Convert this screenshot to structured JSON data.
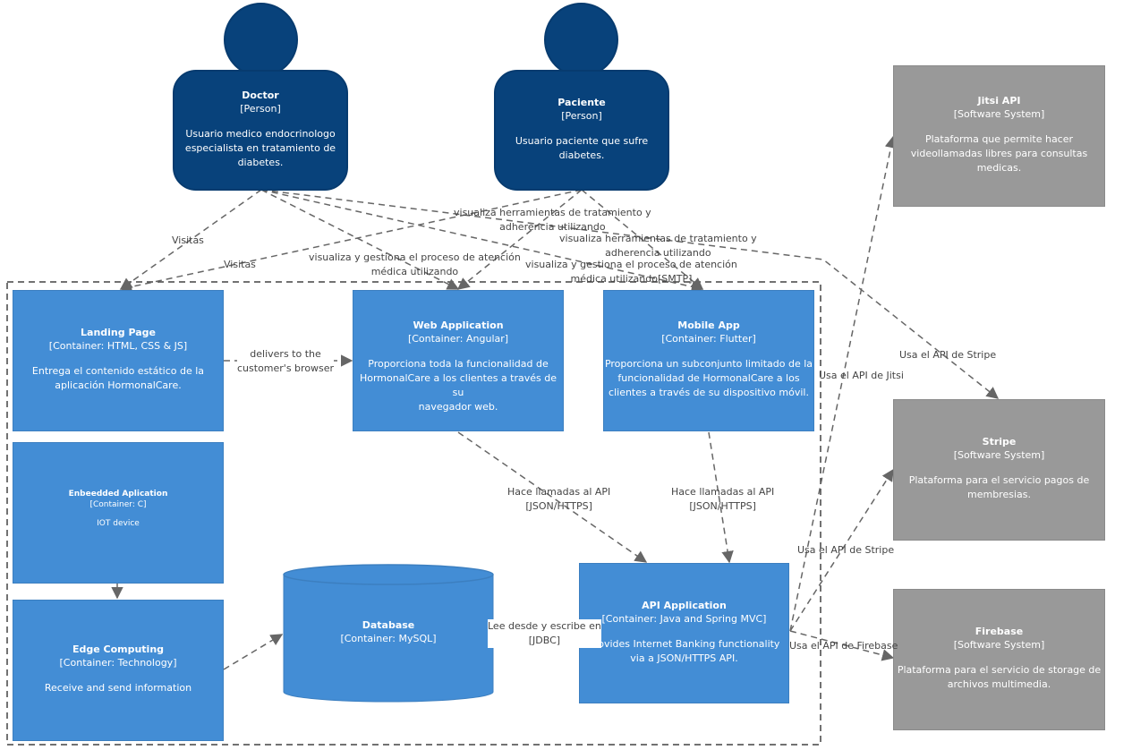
{
  "people": {
    "doctor": {
      "name": "Doctor",
      "type": "[Person]",
      "desc": [
        "Usuario medico endocrinologo",
        "especialista en tratamiento de",
        "diabetes."
      ]
    },
    "paciente": {
      "name": "Paciente",
      "type": "[Person]",
      "desc": [
        "Usuario paciente que sufre",
        "diabetes."
      ]
    }
  },
  "containers": {
    "landing": {
      "name": "Landing Page",
      "type": "[Container: HTML, CSS & JS]",
      "desc": [
        "Entrega el contenido estático de la",
        "aplicación HormonalCare."
      ]
    },
    "web": {
      "name": "Web Application",
      "type": "[Container: Angular]",
      "desc": [
        "Proporciona toda la funcionalidad de",
        "HormonalCare a los clientes a través de su",
        "navegador web."
      ]
    },
    "mobile": {
      "name": "Mobile App",
      "type": "[Container: Flutter]",
      "desc": [
        "Proporciona un subconjunto limitado de la",
        "funcionalidad de HormonalCare a los",
        "clientes a través de su dispositivo móvil."
      ]
    },
    "embedded": {
      "name": "Enbeedded Aplication",
      "type": "[Container: C]",
      "desc": [
        "IOT device"
      ]
    },
    "edge": {
      "name": "Edge Computing",
      "type": "[Container: Technology]",
      "desc": [
        "Receive and send information"
      ]
    },
    "database": {
      "name": "Database",
      "type": "[Container: MySQL]"
    },
    "api": {
      "name": "API Application",
      "type": "[Container: Java and Spring MVC]",
      "desc": [
        "Provides Internet Banking functionality",
        "via a JSON/HTTPS API."
      ]
    }
  },
  "systems": {
    "jitsi": {
      "name": "Jitsi API",
      "type": "[Software System]",
      "desc": [
        "Plataforma que permite hacer",
        "videollamadas libres para consultas",
        "medicas."
      ]
    },
    "stripe": {
      "name": "Stripe",
      "type": "[Software System]",
      "desc": [
        "Plataforma para el servicio pagos de",
        "membresias."
      ]
    },
    "firebase": {
      "name": "Firebase",
      "type": "[Software System]",
      "desc": [
        "Plataforma para el servicio de storage de",
        "archivos multimedia."
      ]
    }
  },
  "edges": {
    "visitas1": "Visitas",
    "visitas2": "Visitas",
    "vis_trat_1": [
      "visualiza herramientas de tratamiento y",
      "adherencia utilizando"
    ],
    "vis_trat_2": [
      "visualiza herramientas de tratamiento y",
      "adherencia utilizando"
    ],
    "vis_gest_1": [
      "visualiza y gestiona el proceso de atención",
      "médica utilizando"
    ],
    "vis_gest_2": [
      "visualiza y gestiona el proceso de atención",
      "médica utilizando[SMTP]"
    ],
    "delivers": [
      "delivers to the",
      "customer's browser"
    ],
    "api_web": [
      "Hace llamadas al API",
      "[JSON/HTTPS]"
    ],
    "api_mobile": [
      "Hace llamadas al API",
      "[JSON/HTTPS]"
    ],
    "db": [
      "Lee desde y escribe en",
      "[JDBC]"
    ],
    "jitsi": "Usa el API de Jitsi",
    "stripe_doctor": "Usa el API de Stripe",
    "stripe_api": "Usa el API de Stripe",
    "firebase": "Usa el API de Firebase"
  }
}
